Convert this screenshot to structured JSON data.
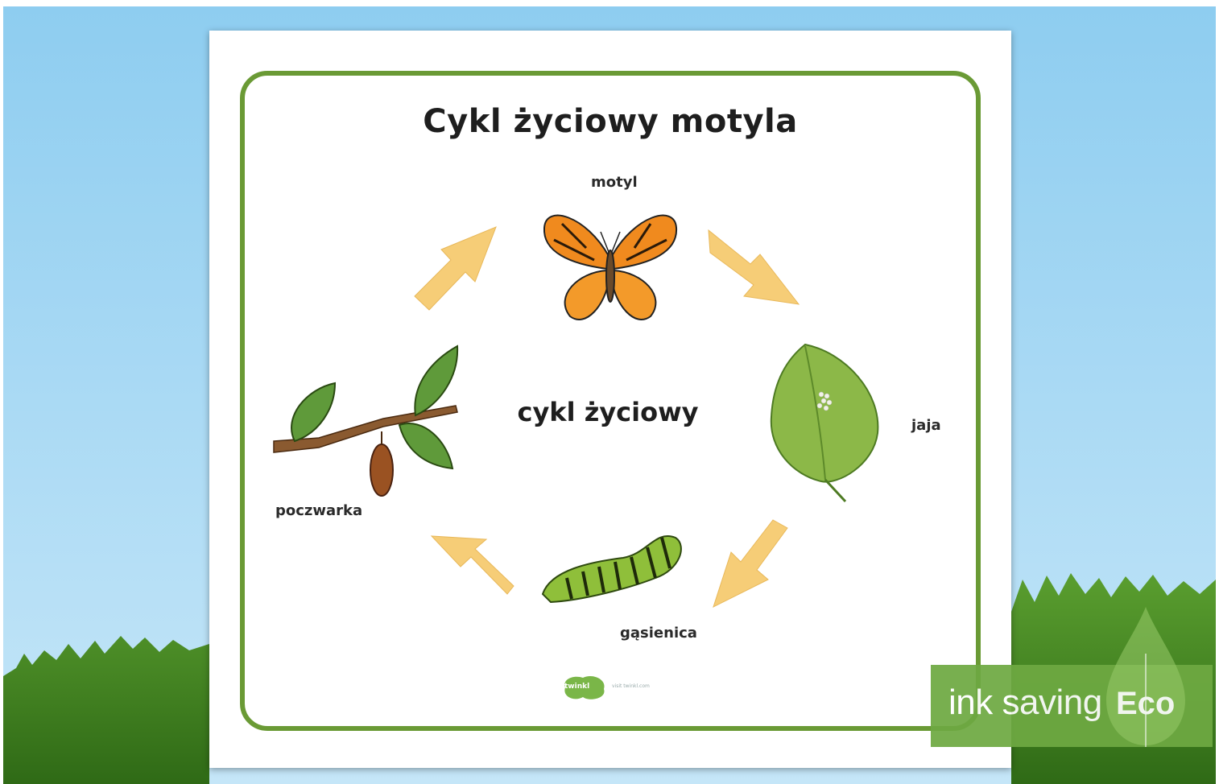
{
  "worksheet": {
    "title": "Cykl życiowy motyla",
    "center_label": "cykl życiowy",
    "stages": {
      "butterfly": "motyl",
      "eggs": "jaja",
      "caterpillar": "gąsienica",
      "pupa": "poczwarka"
    },
    "logo": {
      "name": "twinkl",
      "tagline": "visit twinkl.com"
    }
  },
  "eco_badge": {
    "text": "ink saving",
    "word": "Eco"
  },
  "colors": {
    "sky": "#a9d6f2",
    "grass": "#4d8f28",
    "frame": "#6a9a35",
    "arrow": "#f6cd77",
    "eco_badge": "#6ea942"
  }
}
